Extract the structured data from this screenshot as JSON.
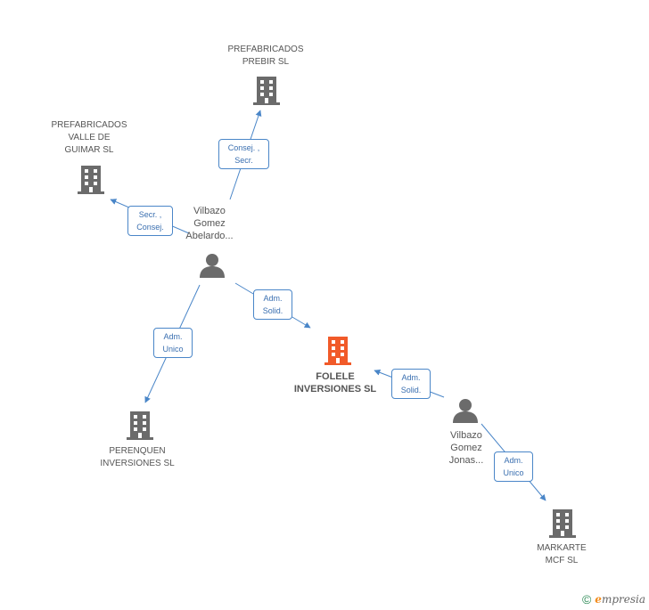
{
  "nodes": {
    "prefabricados_prebir": {
      "label": "PREFABRICADOS\nPREBIR SL"
    },
    "prefabricados_valle": {
      "label": "PREFABRICADOS\nVALLE DE\nGUIMAR  SL"
    },
    "person_abelardo": {
      "label": "Vilbazo\nGomez\nAbelardo..."
    },
    "folele": {
      "label": "FOLELE\nINVERSIONES SL"
    },
    "perenquen": {
      "label": "PERENQUEN\nINVERSIONES SL"
    },
    "person_jonas": {
      "label": "Vilbazo\nGomez\nJonas..."
    },
    "markarte": {
      "label": "MARKARTE\nMCF  SL"
    }
  },
  "edges": {
    "e1": {
      "label": "Consej. ,\nSecr."
    },
    "e2": {
      "label": "Secr. ,\nConsej."
    },
    "e3": {
      "label": "Adm.\nSolid."
    },
    "e4": {
      "label": "Adm.\nUnico"
    },
    "e5": {
      "label": "Adm.\nSolid."
    },
    "e6": {
      "label": "Adm.\nUnico"
    }
  },
  "footer": {
    "copyright": "©",
    "brand_e": "e",
    "brand_rest": "mpresia"
  },
  "colors": {
    "main_company": "#f15a29",
    "company": "#6b6b6b",
    "person": "#6b6b6b",
    "edge": "#4a86c8"
  }
}
